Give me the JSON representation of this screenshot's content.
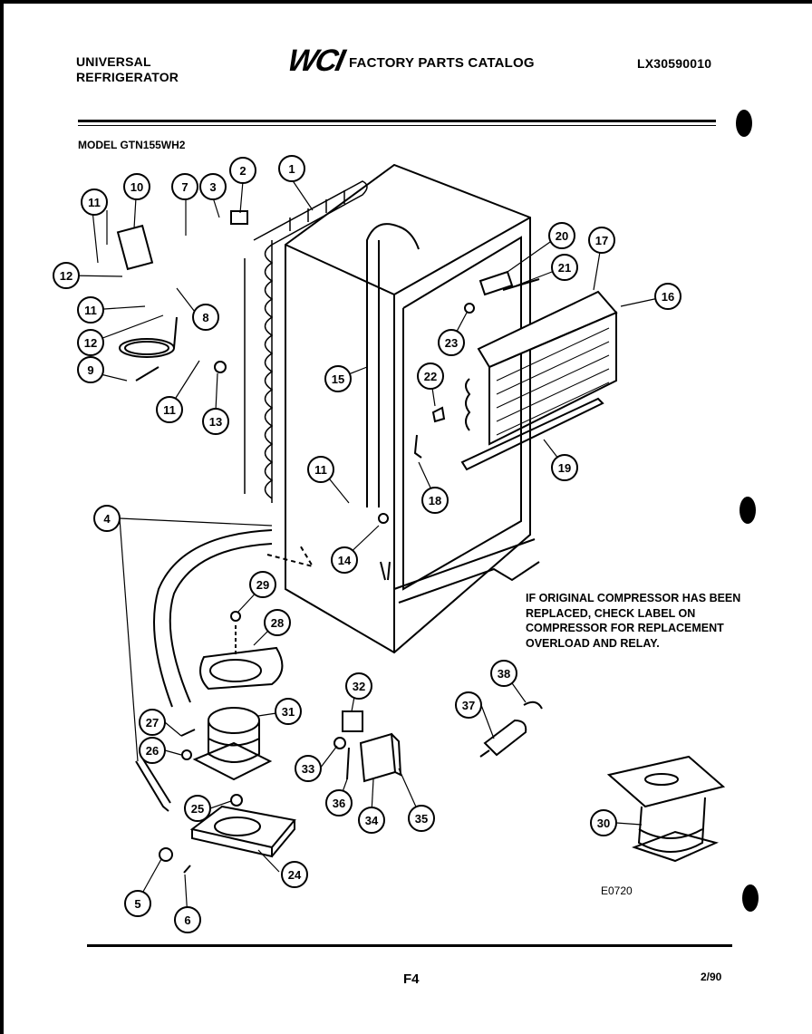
{
  "header": {
    "brand_line1": "UNIVERSAL",
    "brand_line2": "REFRIGERATOR",
    "logo": "WCI",
    "catalog_title": "FACTORY PARTS CATALOG",
    "catalog_number": "LX30590010"
  },
  "model_label": "MODEL GTN155WH2",
  "note": {
    "line1": "IF ORIGINAL COMPRESSOR HAS BEEN",
    "line2": "REPLACED, CHECK LABEL ON",
    "line3": "COMPRESSOR FOR REPLACEMENT",
    "line4": "OVERLOAD AND RELAY."
  },
  "diagram_code": "E0720",
  "page_number": "F4",
  "date": "2/90",
  "callouts": [
    "1",
    "2",
    "3",
    "4",
    "5",
    "6",
    "7",
    "8",
    "9",
    "10",
    "11",
    "11",
    "11",
    "11",
    "12",
    "12",
    "13",
    "14",
    "15",
    "16",
    "17",
    "18",
    "19",
    "20",
    "21",
    "22",
    "23",
    "24",
    "25",
    "26",
    "27",
    "28",
    "29",
    "30",
    "31",
    "32",
    "33",
    "34",
    "35",
    "36",
    "37",
    "38"
  ]
}
